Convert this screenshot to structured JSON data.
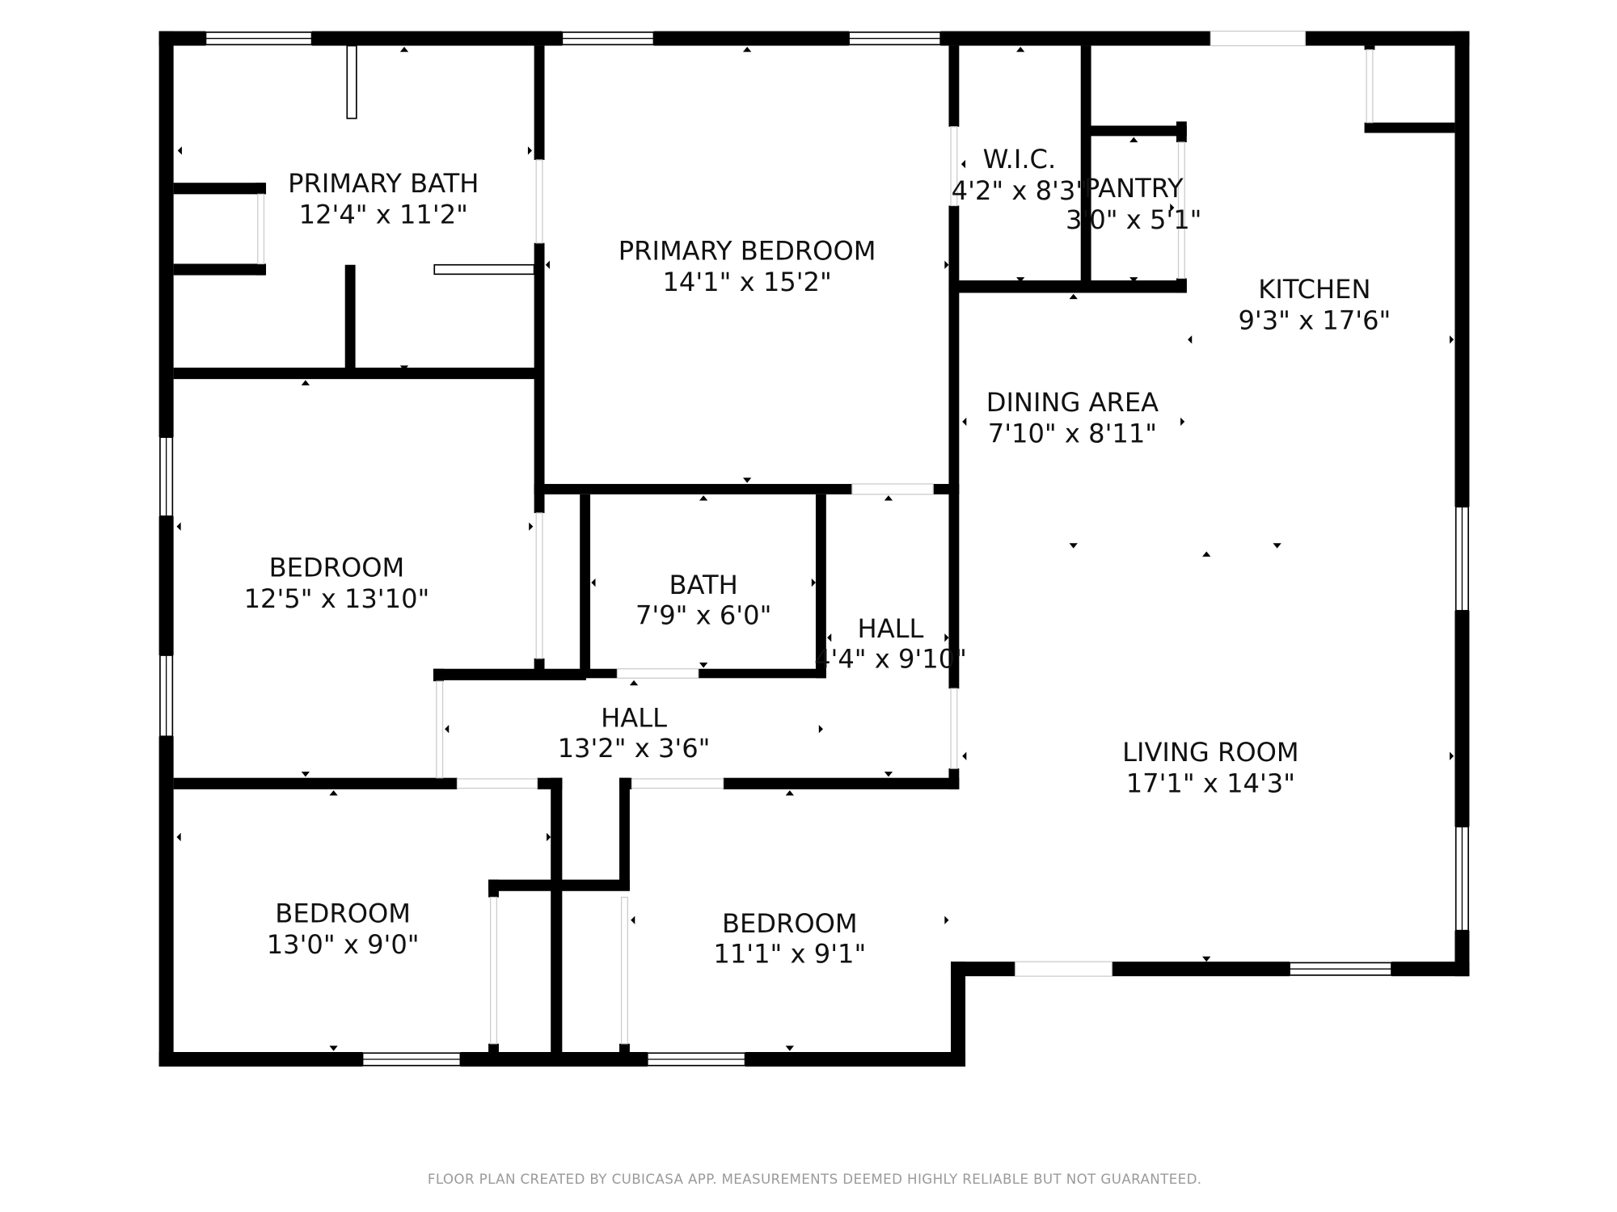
{
  "rooms": {
    "primary_bath": {
      "name": "PRIMARY BATH",
      "dim": "12'4\" x 11'2\""
    },
    "primary_bedroom": {
      "name": "PRIMARY BEDROOM",
      "dim": "14'1\" x 15'2\""
    },
    "wic": {
      "name": "W.I.C.",
      "dim": "4'2\" x 8'3\""
    },
    "pantry": {
      "name": "PANTRY",
      "dim": "3'0\" x 5'1\""
    },
    "kitchen": {
      "name": "KITCHEN",
      "dim": "9'3\" x 17'6\""
    },
    "dining_area": {
      "name": "DINING AREA",
      "dim": "7'10\" x 8'11\""
    },
    "bedroom_2": {
      "name": "BEDROOM",
      "dim": "12'5\" x 13'10\""
    },
    "bath": {
      "name": "BATH",
      "dim": "7'9\" x 6'0\""
    },
    "hall_vertical": {
      "name": "HALL",
      "dim": "4'4\" x 9'10\""
    },
    "hall_horizontal": {
      "name": "HALL",
      "dim": "13'2\" x 3'6\""
    },
    "living_room": {
      "name": "LIVING ROOM",
      "dim": "17'1\" x 14'3\""
    },
    "bedroom_3": {
      "name": "BEDROOM",
      "dim": "13'0\" x 9'0\""
    },
    "bedroom_4": {
      "name": "BEDROOM",
      "dim": "11'1\" x 9'1\""
    }
  },
  "footer": "FLOOR PLAN CREATED BY CUBICASA APP. MEASUREMENTS DEEMED HIGHLY RELIABLE BUT NOT GUARANTEED."
}
